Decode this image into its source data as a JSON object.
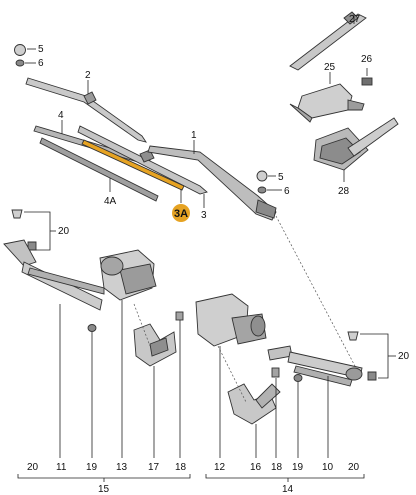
{
  "colors": {
    "part_light": "#d8d8d8",
    "part_mid": "#a9a9a9",
    "part_dark": "#6f6f6f",
    "highlight_badge": "#e6a323",
    "line": "#222222"
  },
  "callouts": {
    "c1": "1",
    "c2": "2",
    "c3": "3",
    "c3a": "3A",
    "c4": "4",
    "c4a": "4A",
    "c5a": "5",
    "c6a": "6",
    "c5b": "5",
    "c6b": "6",
    "c20_left": "20",
    "c20_right": "20",
    "c25": "25",
    "c26": "26",
    "c27": "27",
    "c28": "28"
  },
  "bottom_left": {
    "labels": [
      "20",
      "11",
      "19",
      "13",
      "17",
      "18"
    ],
    "group": "15"
  },
  "bottom_right": {
    "labels": [
      "12",
      "16",
      "18",
      "19",
      "10",
      "20"
    ],
    "group": "14"
  }
}
